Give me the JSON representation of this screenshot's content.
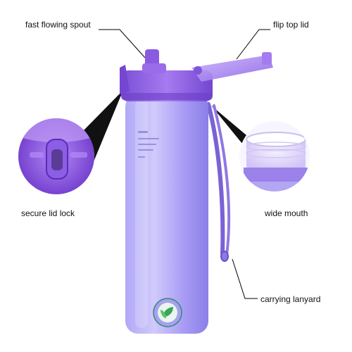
{
  "labels": {
    "spout": "fast flowing spout",
    "lid": "flip top lid",
    "lock": "secure lid lock",
    "mouth": "wide mouth",
    "lanyard": "carrying lanyard"
  },
  "colors": {
    "bottle": "#9c8ff2",
    "bottle_light": "#c7c0fa",
    "lid": "#8f5fe0",
    "lid_dark": "#6b3fc7",
    "lanyard": "#7a62d6",
    "background": "#ffffff"
  }
}
